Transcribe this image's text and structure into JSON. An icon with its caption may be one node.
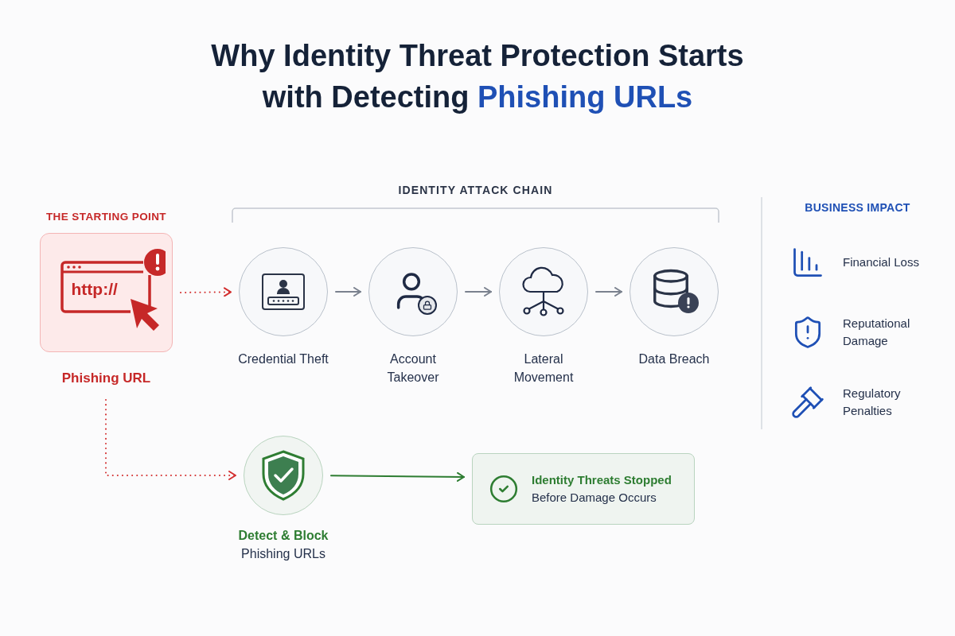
{
  "diagram": {
    "title": "Why Identity Threat Protection Starts with Detecting **Phishing URLs**",
    "nodes": [
      {
        "text": [
          "http://",
          "Phishing URL"
        ]
      },
      {
        "text": [
          "Credential Theft"
        ]
      },
      {
        "text": [
          "Account Takeover"
        ]
      },
      {
        "text": [
          "Lateral Movement"
        ]
      },
      {
        "text": [
          "Data Breach"
        ]
      },
      {
        "text": [
          "Detect & Block",
          "Phishing URLs"
        ]
      },
      {
        "text": [
          "Identity Threats Stopped",
          "Before Damage Occurs"
        ]
      }
    ],
    "edges": [
      {
        "from": 0,
        "to": 1,
        "arrow": "to",
        "style": "dashed",
        "color": "#d32f2f"
      },
      {
        "from": 1,
        "to": 2,
        "arrow": "to"
      },
      {
        "from": 2,
        "to": 3,
        "arrow": "to"
      },
      {
        "from": 3,
        "to": 4,
        "arrow": "to"
      },
      {
        "from": 0,
        "to": 5,
        "arrow": "to",
        "style": "dashed",
        "color": "#d32f2f"
      },
      {
        "from": 5,
        "to": 6,
        "arrow": "to",
        "color": "#2e7d32"
      }
    ],
    "labels": [
      "IDENTITY ATTACK CHAIN",
      "THE STARTING POINT",
      "BUSINESS IMPACT",
      "Financial Loss",
      "Reputational Damage",
      "Regulatory Penalties"
    ]
  }
}
